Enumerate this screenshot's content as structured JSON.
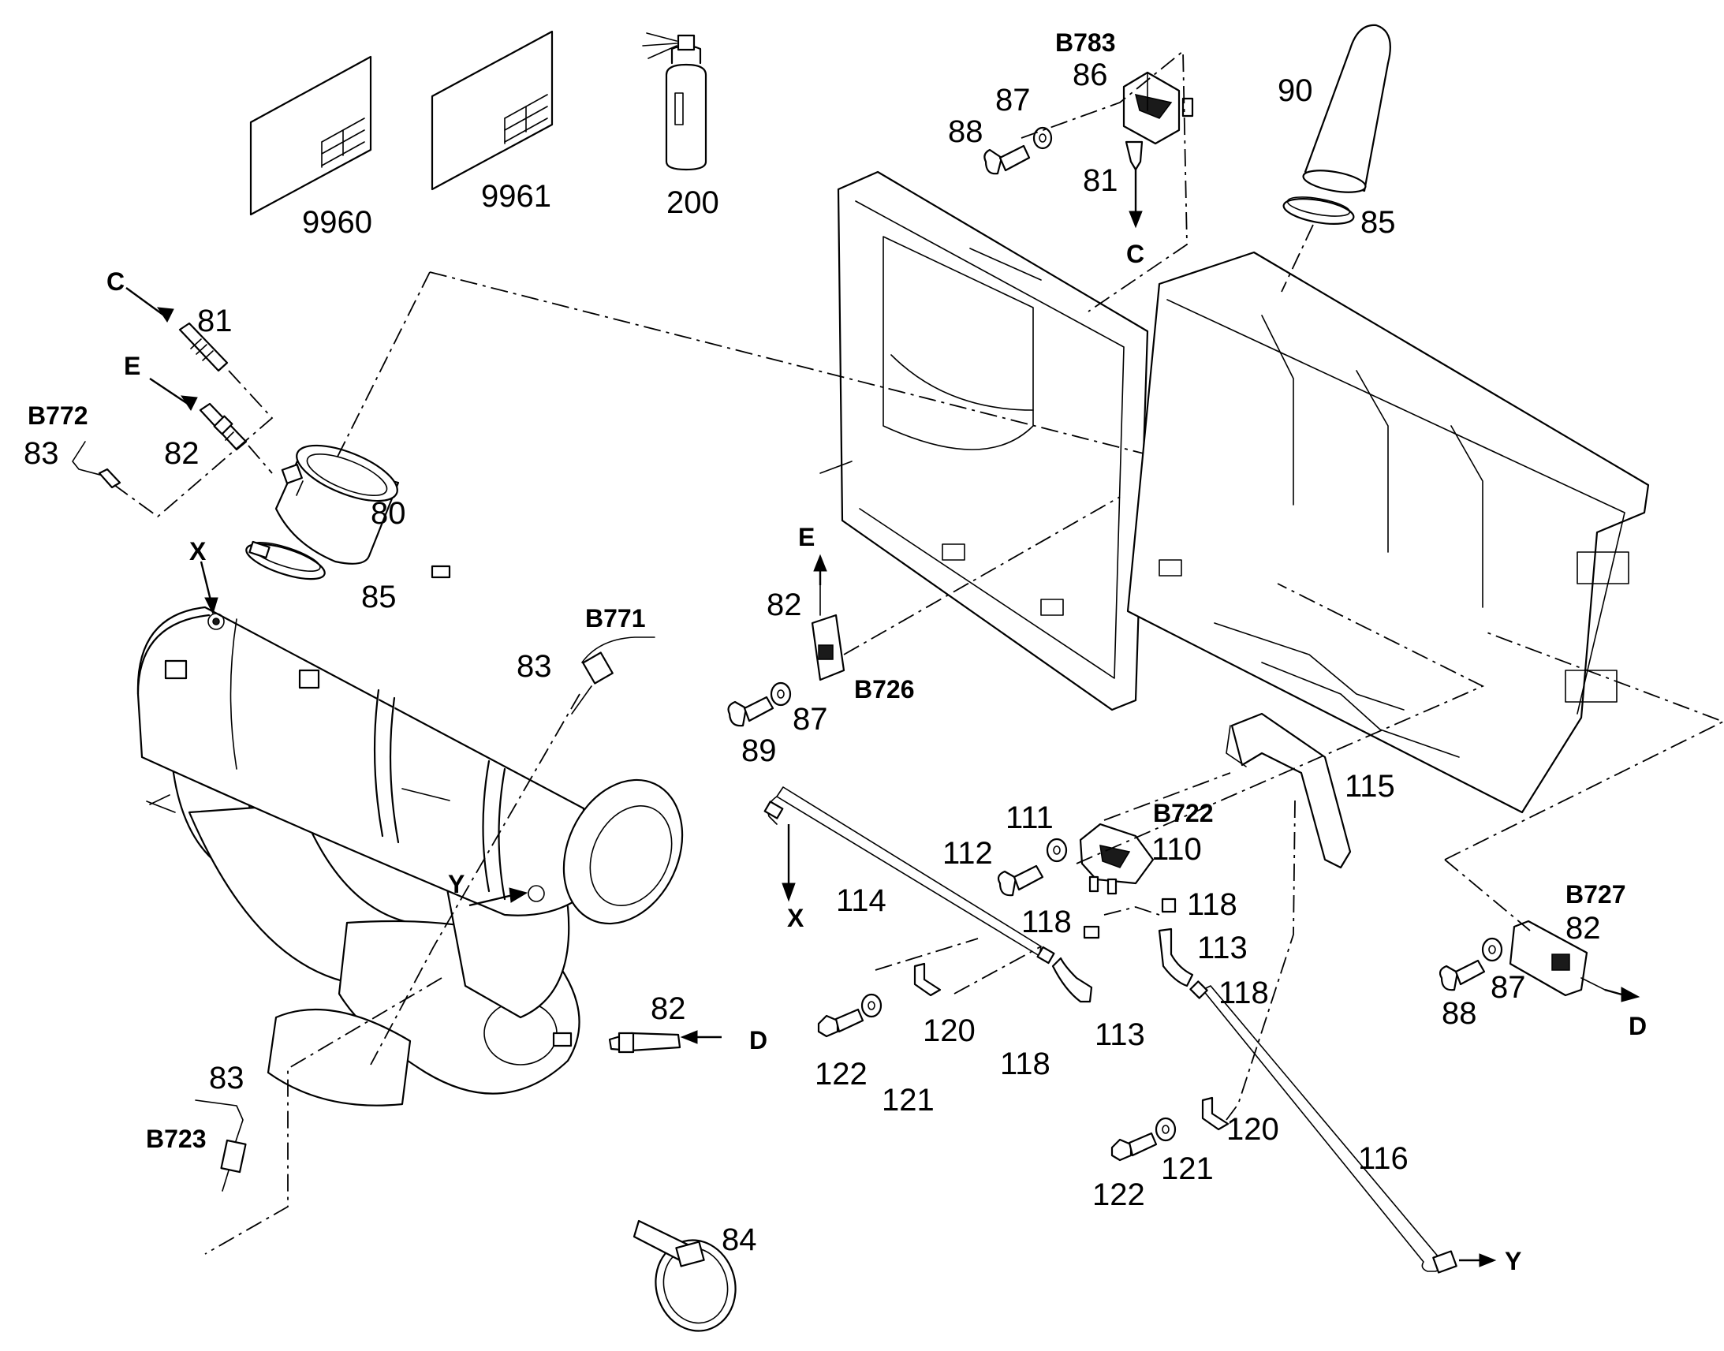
{
  "callouts": {
    "c9960": "9960",
    "c9961": "9961",
    "c200": "200",
    "c81a": "81",
    "c82a": "82",
    "c83a": "83",
    "c80": "80",
    "c85a": "85",
    "c83b": "83",
    "c82d": "82",
    "c83c": "83",
    "c84": "84",
    "c86": "86",
    "c87a": "87",
    "c88a": "88",
    "c81b": "81",
    "c90": "90",
    "c85b": "85",
    "c82e": "82",
    "c89": "89",
    "c87b": "87",
    "c115": "115",
    "c111": "111",
    "c112": "112",
    "c110": "110",
    "c114": "114",
    "c118a": "118",
    "c118b": "118",
    "c113a": "113",
    "c118c": "118",
    "c118d": "118",
    "c113b": "113",
    "c120a": "120",
    "c122a": "122",
    "c121a": "121",
    "c120b": "120",
    "c122b": "122",
    "c121b": "121",
    "c116": "116",
    "c82f": "82",
    "c87c": "87",
    "c88b": "88"
  },
  "refs": {
    "b783": "B783",
    "b772": "B772",
    "b771": "B771",
    "b726": "B726",
    "b722": "B722",
    "b727": "B727",
    "b723": "B723"
  },
  "letters": {
    "c_top": "C",
    "e_top": "E",
    "x_top": "X",
    "y_mid": "Y",
    "d_mid": "D",
    "c_b783": "C",
    "e_b726": "E",
    "x_114": "X",
    "y_116": "Y",
    "d_b727": "D"
  }
}
